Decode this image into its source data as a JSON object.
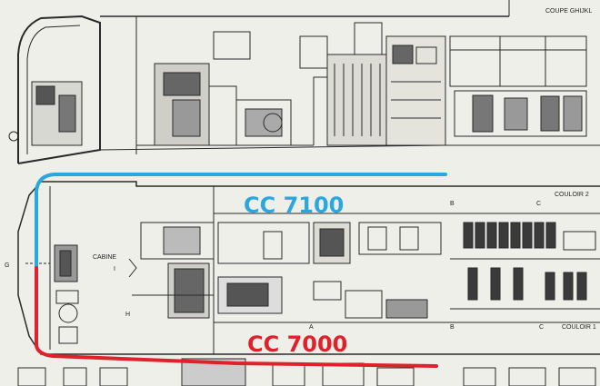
{
  "labels": {
    "coupe": "COUPE GHIJKL",
    "couloir_top": "COULOIR 2",
    "couloir_bottom": "COULOIR 1",
    "cabine": "CABINE",
    "g": "G",
    "i": "I",
    "h": "H",
    "b_top": "B",
    "c_top": "C",
    "b_bottom": "B",
    "c_bottom": "C",
    "a": "A"
  },
  "annotations": {
    "cc7100": {
      "text": "CC 7100",
      "color": "#2aa7df"
    },
    "cc7000": {
      "text": "CC 7000",
      "color": "#e0212b"
    }
  },
  "colors": {
    "paper": "#efefe9",
    "ink": "#2a2a2a"
  }
}
